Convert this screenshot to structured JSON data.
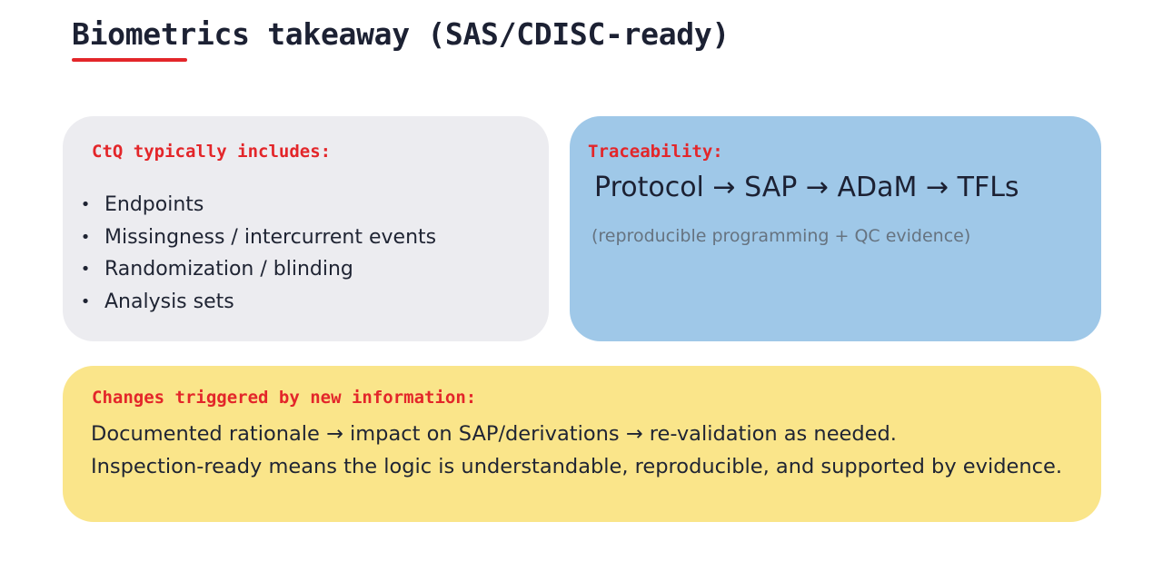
{
  "title": "Biometrics takeaway (SAS/CDISC-ready)",
  "colors": {
    "accent": "#e3262a",
    "ctq_card": "#ececf0",
    "traceability_card": "#9fc8e8",
    "changes_card": "#fae58a"
  },
  "ctq": {
    "label": "CtQ typically includes:",
    "items": [
      "Endpoints",
      "Missingness / intercurrent events",
      "Randomization / blinding",
      "Analysis sets"
    ]
  },
  "traceability": {
    "label": "Traceability:",
    "flow": "Protocol → SAP → ADaM → TFLs",
    "note": "(reproducible programming + QC evidence)"
  },
  "changes": {
    "label": "Changes triggered by new information:",
    "line1": "Documented rationale → impact on SAP/derivations → re-validation as needed.",
    "line2": "Inspection-ready means the logic is understandable, reproducible, and supported by evidence."
  }
}
